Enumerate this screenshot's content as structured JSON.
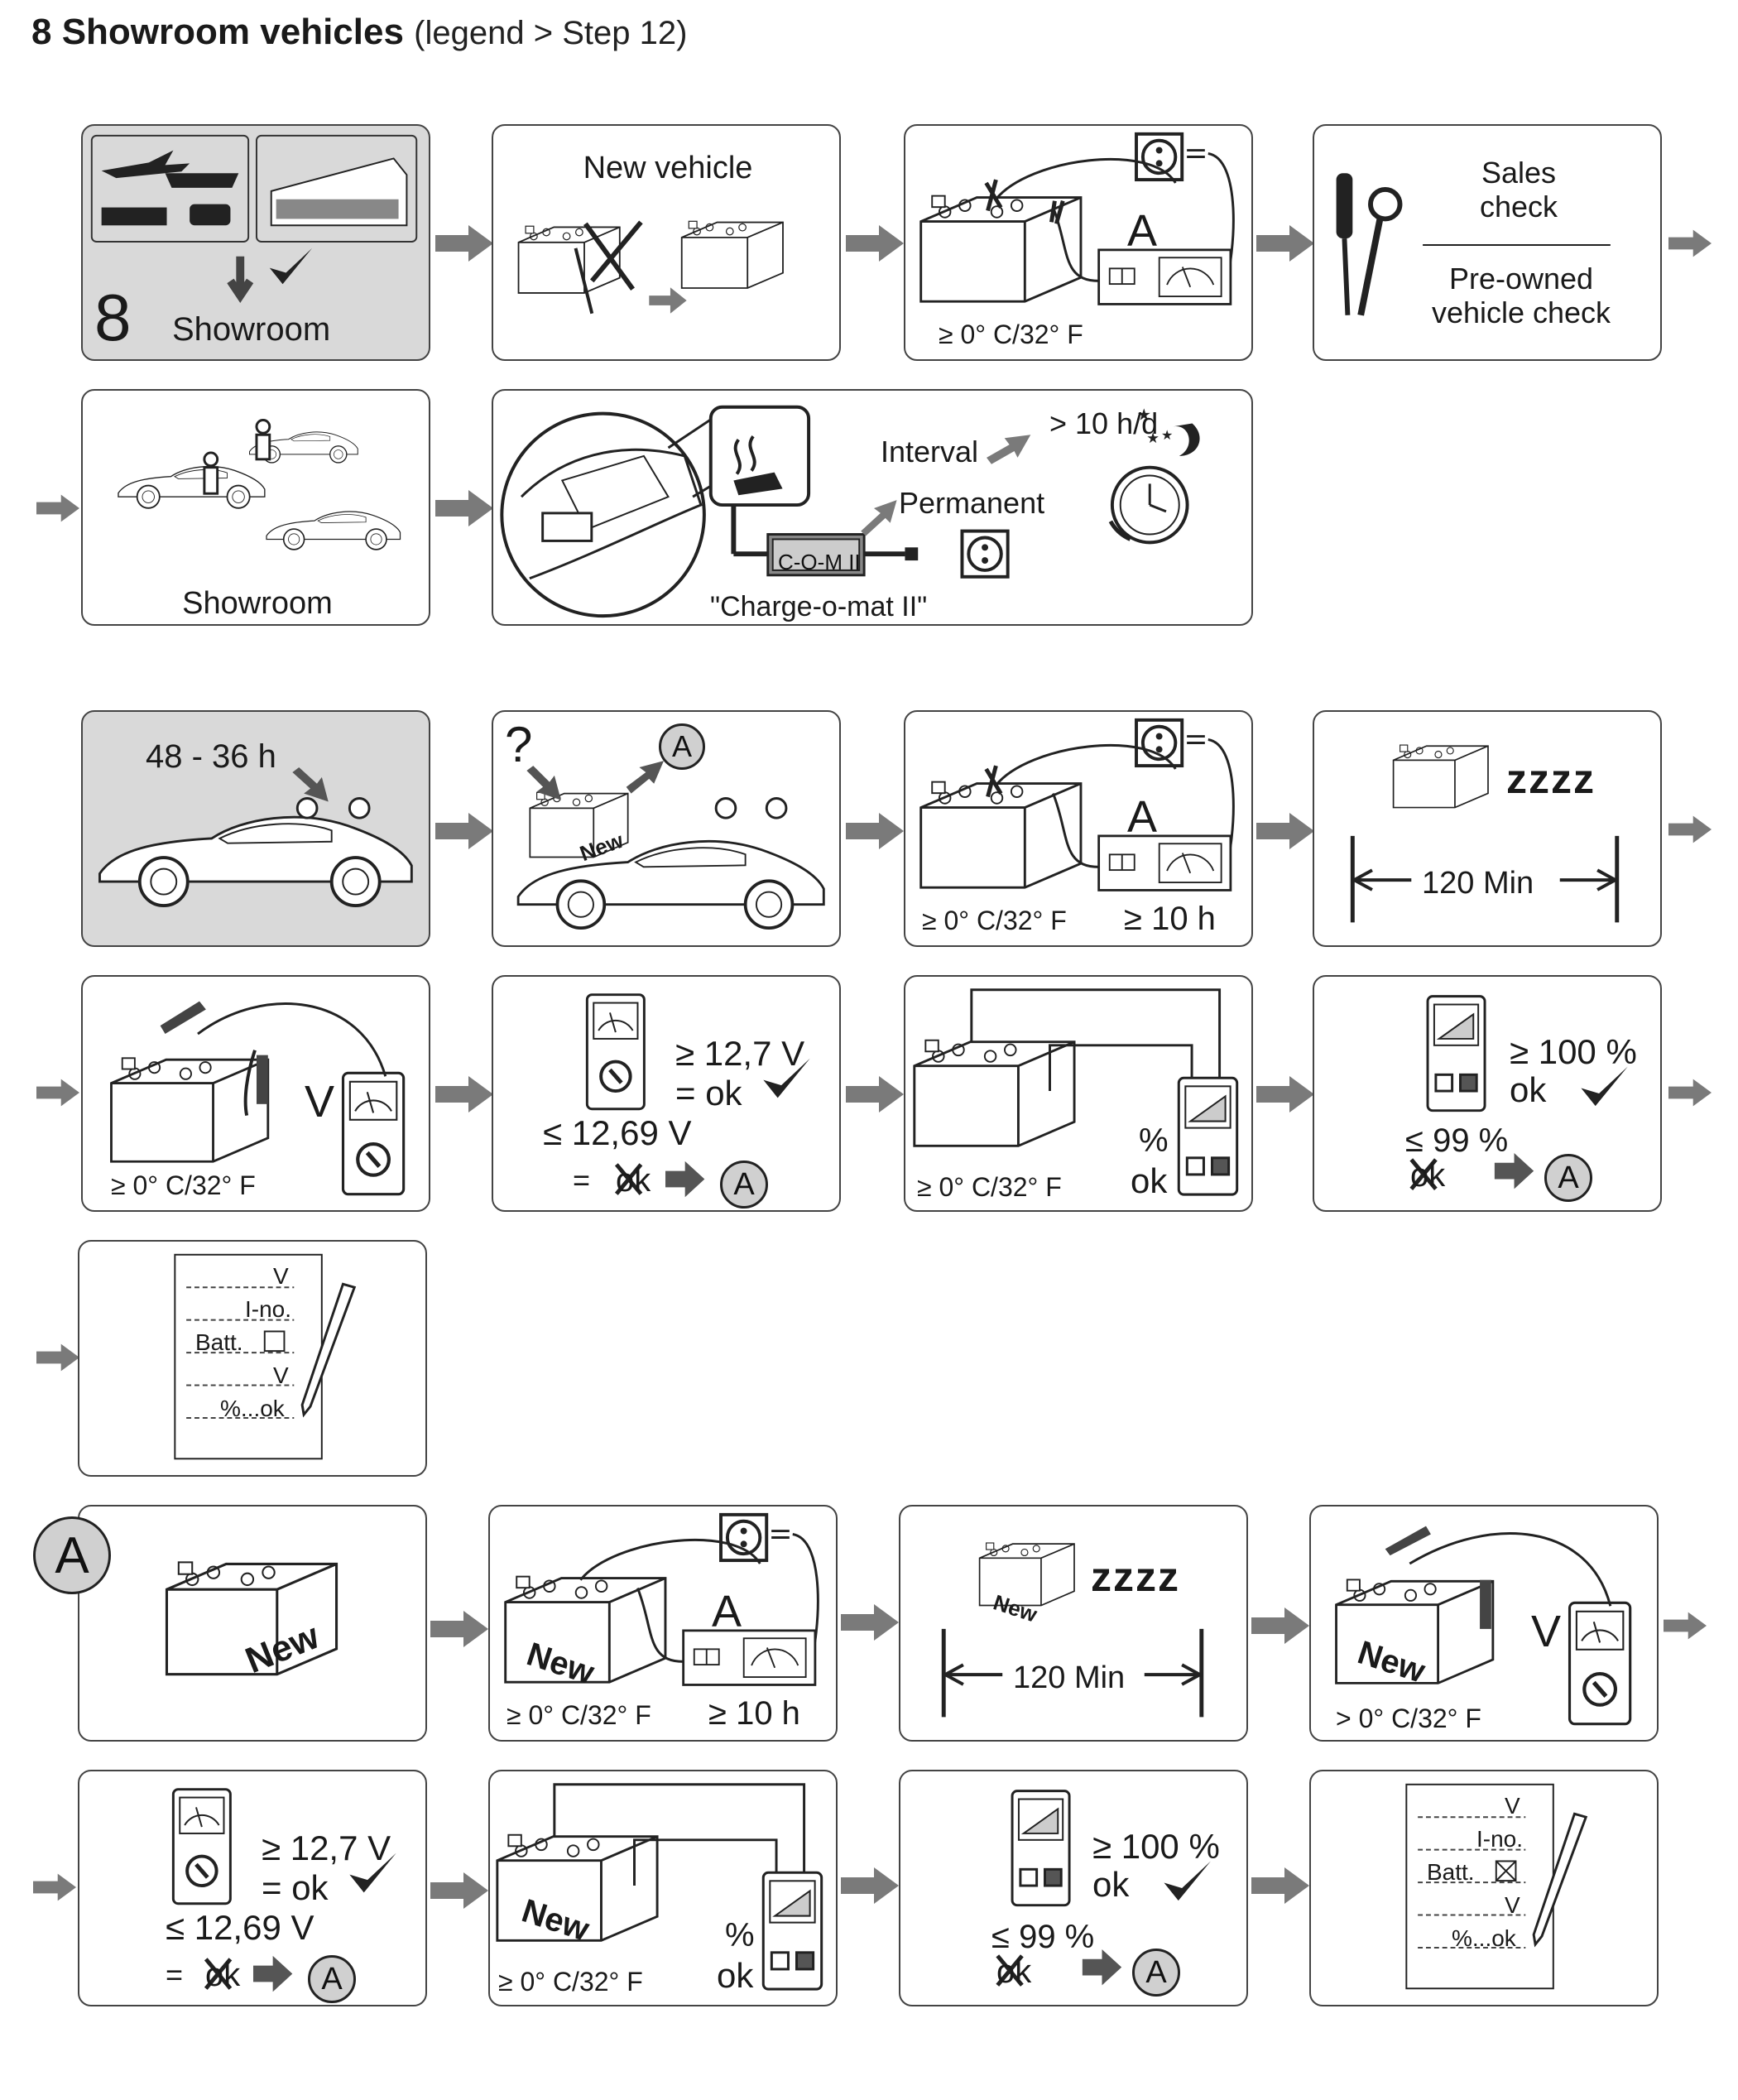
{
  "header": {
    "title": "8 Showroom vehicles",
    "subtitle": "(legend > Step 12)"
  },
  "labels": {
    "eight": "8",
    "showroom": "Showroom",
    "new_vehicle": "New vehicle",
    "amp": "A",
    "volt": "V",
    "temp": "≥ 0° C/32° F",
    "temp_gt": "> 0° C/32° F",
    "sales_check": "Sales check",
    "preowned_check": "Pre-owned vehicle check",
    "interval": "Interval",
    "permanent": "Permanent",
    "hd": "> 10 h/d",
    "com": "C-O-M II",
    "charge_o_mat": "\"Charge-o-mat II\"",
    "hours_48_36": "48 - 36 h",
    "circle_a": "A",
    "new_badge": "New",
    "ge_10h": "≥ 10 h",
    "zzzz": "zzzz",
    "min_120": "120 Min",
    "ge_127": "≥ 12,7 V",
    "eq_ok": "=  ok",
    "le_1269": "≤  12,69 V",
    "eq": "=",
    "ok": "ok",
    "percent": "%",
    "ge_100": "≥ 100 %",
    "le_99": "≤ 99 %",
    "form_v": "V",
    "form_ino": "I-no.",
    "form_batt": "Batt.",
    "form_pct": "%...ok",
    "question": "?"
  },
  "colors": {
    "panel_grey": "#d9d9d9",
    "arrow": "#7a7a7a",
    "ink": "#1a1a1a"
  }
}
